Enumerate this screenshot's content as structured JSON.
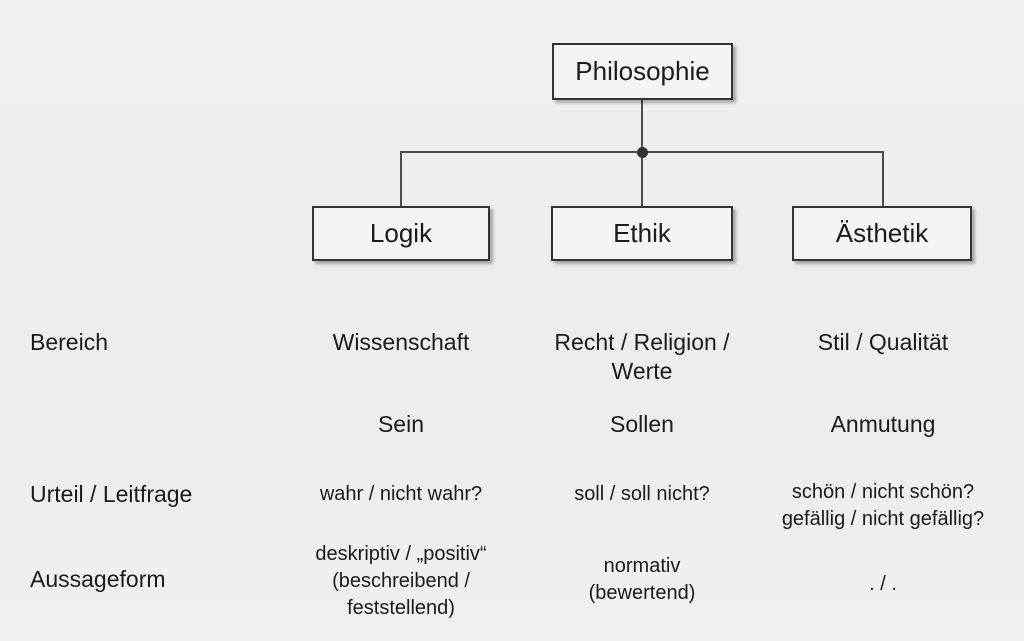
{
  "diagram": {
    "root": {
      "label": "Philosophie"
    },
    "branches": [
      {
        "id": "logik",
        "label": "Logik"
      },
      {
        "id": "ethik",
        "label": "Ethik"
      },
      {
        "id": "aesthetik",
        "label": "Ästhetik"
      }
    ],
    "rows": [
      {
        "label": "Bereich",
        "values": [
          "Wissenschaft",
          "Recht / Religion /\nWerte",
          "Stil / Qualität"
        ]
      },
      {
        "label": "",
        "values": [
          "Sein",
          "Sollen",
          "Anmutung"
        ]
      },
      {
        "label": "Urteil / Leitfrage",
        "values": [
          "wahr / nicht wahr?",
          "soll / soll nicht?",
          "schön / nicht schön?\ngefällig / nicht gefällig?"
        ]
      },
      {
        "label": "Aussageform",
        "values": [
          "deskriptiv / „positiv“\n(beschreibend /\nfeststellend)",
          "normativ\n(bewertend)",
          ". / ."
        ]
      }
    ]
  },
  "colors": {
    "background": "#eeeeed",
    "node_fill": "#f4f4f3",
    "node_border": "#333333",
    "connector": "#4d4d4d",
    "text": "#1b1b1b"
  }
}
